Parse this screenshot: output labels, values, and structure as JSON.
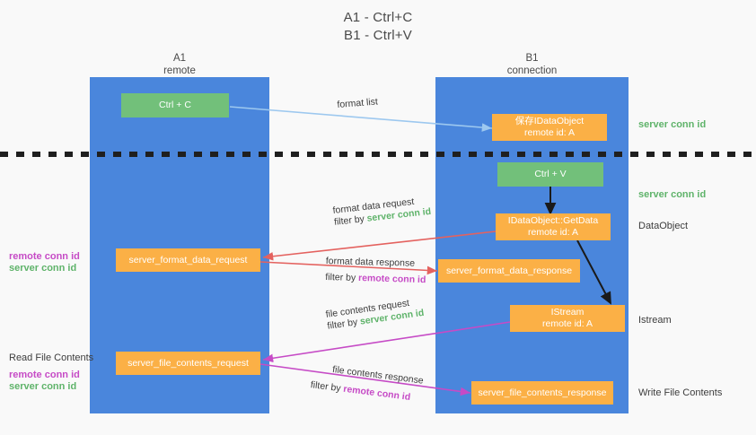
{
  "title": {
    "line1": "A1 - Ctrl+C",
    "line2": "B1 - Ctrl+V"
  },
  "columns": [
    {
      "name": "A1",
      "role": "remote"
    },
    {
      "name": "B1",
      "role": "connection"
    }
  ],
  "nodes": {
    "ctrl_c": {
      "label": "Ctrl + C",
      "color": "#72c07a"
    },
    "save_idataobject": {
      "line1": "保存IDataObject",
      "line2": "remote id: A",
      "color": "#fbb046"
    },
    "ctrl_v": {
      "label": "Ctrl + V",
      "color": "#72c07a"
    },
    "getdata": {
      "line1": "IDataObject::GetData",
      "line2": "remote id: A",
      "color": "#fbb046"
    },
    "server_format_data_request": {
      "label": "server_format_data_request",
      "color": "#fbb046"
    },
    "server_format_data_response": {
      "label": "server_format_data_response",
      "color": "#fbb046"
    },
    "istream": {
      "line1": "IStream",
      "line2": "remote id: A",
      "color": "#fbb046"
    },
    "server_file_contents_request": {
      "label": "server_file_contents_request",
      "color": "#fbb046"
    },
    "server_file_contents_response": {
      "label": "server_file_contents_response",
      "color": "#fbb046"
    }
  },
  "edges": {
    "format_list": {
      "label": "format list"
    },
    "format_data_request": {
      "line1": "format data request",
      "line2_prefix": "filter by ",
      "line2_key": "server conn id"
    },
    "format_data_response": {
      "line1": "format data response",
      "line2_prefix": "filter by ",
      "line2_key": "remote conn id"
    },
    "file_contents_request": {
      "line1": "file contents request",
      "line2_prefix": "filter by ",
      "line2_key": "server conn id"
    },
    "file_contents_response": {
      "line1": "file contents response",
      "line2_prefix": "filter by ",
      "line2_key": "remote conn id"
    }
  },
  "annotations": {
    "right_server_conn_id_top": "server conn id",
    "right_server_conn_id_mid": "server conn id",
    "dataobject": "DataObject",
    "istream": "Istream",
    "write_file_contents": "Write File Contents",
    "read_file_contents": "Read File Contents",
    "left_remote_conn_id_1": "remote conn id",
    "left_server_conn_id_1": "server conn id",
    "left_remote_conn_id_2": "remote conn id",
    "left_server_conn_id_2": "server conn id"
  },
  "colors": {
    "lane": "#4a86dc",
    "green_box": "#72c07a",
    "orange_box": "#fbb046",
    "server_conn_text": "#5fb36a",
    "remote_conn_text": "#c64bc6",
    "arrow_light_blue": "#9dc8ef",
    "arrow_red": "#e4625f",
    "arrow_magenta": "#c64bc6",
    "arrow_black": "#1a1a1a",
    "background": "#f9f9f9"
  }
}
